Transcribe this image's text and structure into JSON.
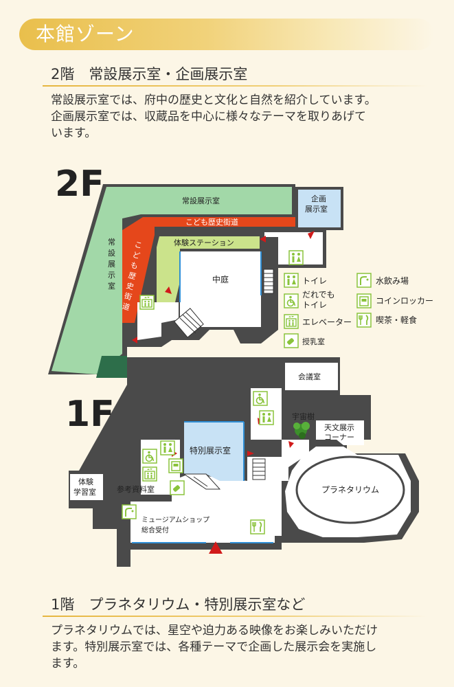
{
  "zone": {
    "title": "本館ゾーン"
  },
  "floor2": {
    "heading": "2階　常設展示室・企画展示室",
    "desc_lines": [
      "常設展示室では、府中の歴史と文化と自然を紹介しています。",
      "企画展示室では、収蔵品を中心に様々なテーマを取りあげて",
      "います。"
    ]
  },
  "floor1": {
    "heading": "1階　プラネタリウム・特別展示室など",
    "desc_lines": [
      "プラネタリウムでは、星空や迫力ある映像をお楽しみいただけ",
      "ます。特別展示室では、各種テーマで企画した展示会を実施し",
      "ます。"
    ]
  },
  "map": {
    "floor2_label": "2F",
    "floor1_label": "1F",
    "rooms2f": {
      "permanent_top": "常設展示室",
      "permanent_side": "常設展示室",
      "special_exhibit": [
        "企画",
        "展示室"
      ],
      "kids_street_h": "こども歴史街道",
      "kids_street_v": "こども歴史街道",
      "station": "体験ステーション",
      "courtyard": "中庭"
    },
    "rooms1f": {
      "meeting": "会議室",
      "cosmic_tree": "宇宙樹",
      "astro": [
        "天文展示",
        "コーナー"
      ],
      "special": "特別展示室",
      "planetarium": "プラネタリウム",
      "learning": [
        "体験",
        "学習室"
      ],
      "reference": "参考資料室",
      "shop": [
        "ミュージアムショップ",
        "総合受付"
      ]
    },
    "legend": {
      "toilet": "トイレ",
      "accessible": [
        "だれでも",
        "トイレ"
      ],
      "elevator": "エレベーター",
      "nursing": "授乳室",
      "water": "水飲み場",
      "locker": "コインロッカー",
      "cafe": "喫茶・軽食"
    },
    "colors": {
      "permanent": "#a2d8a8",
      "kids_street": "#e5471b",
      "station": "#cbe38b",
      "special_room": "#c8e2f5",
      "building": "#4a4a4a",
      "icon": "#8ac33b",
      "arrow": "#d11a1a"
    }
  }
}
